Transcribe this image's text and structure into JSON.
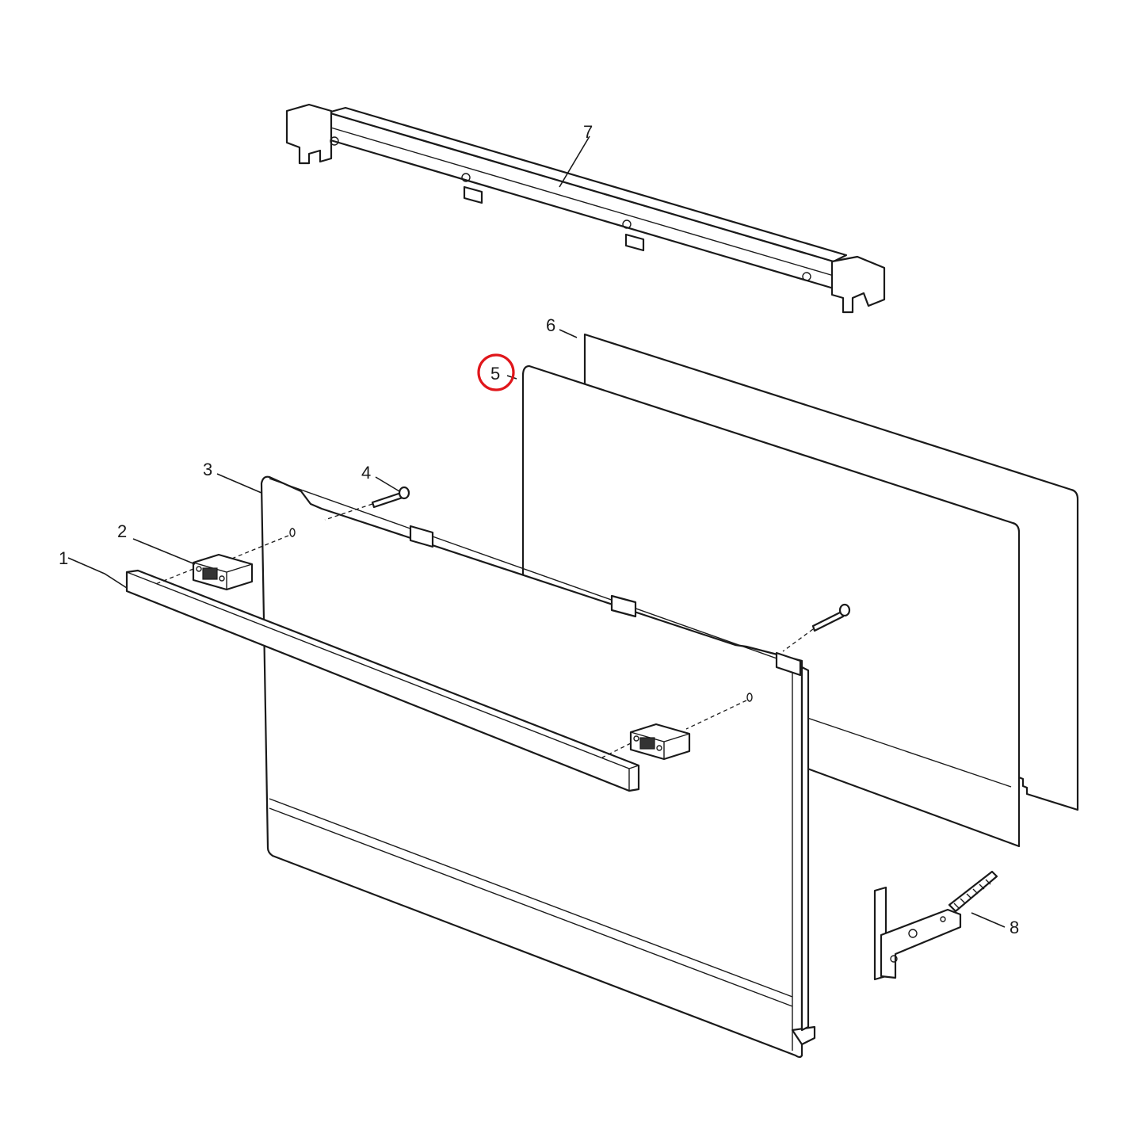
{
  "callouts": [
    {
      "id": "1",
      "label": "1"
    },
    {
      "id": "2",
      "label": "2"
    },
    {
      "id": "3",
      "label": "3"
    },
    {
      "id": "4",
      "label": "4"
    },
    {
      "id": "5",
      "label": "5"
    },
    {
      "id": "6",
      "label": "6"
    },
    {
      "id": "7",
      "label": "7"
    },
    {
      "id": "8",
      "label": "8"
    }
  ],
  "highlight": {
    "callout": "5",
    "color": "#e0161b"
  }
}
